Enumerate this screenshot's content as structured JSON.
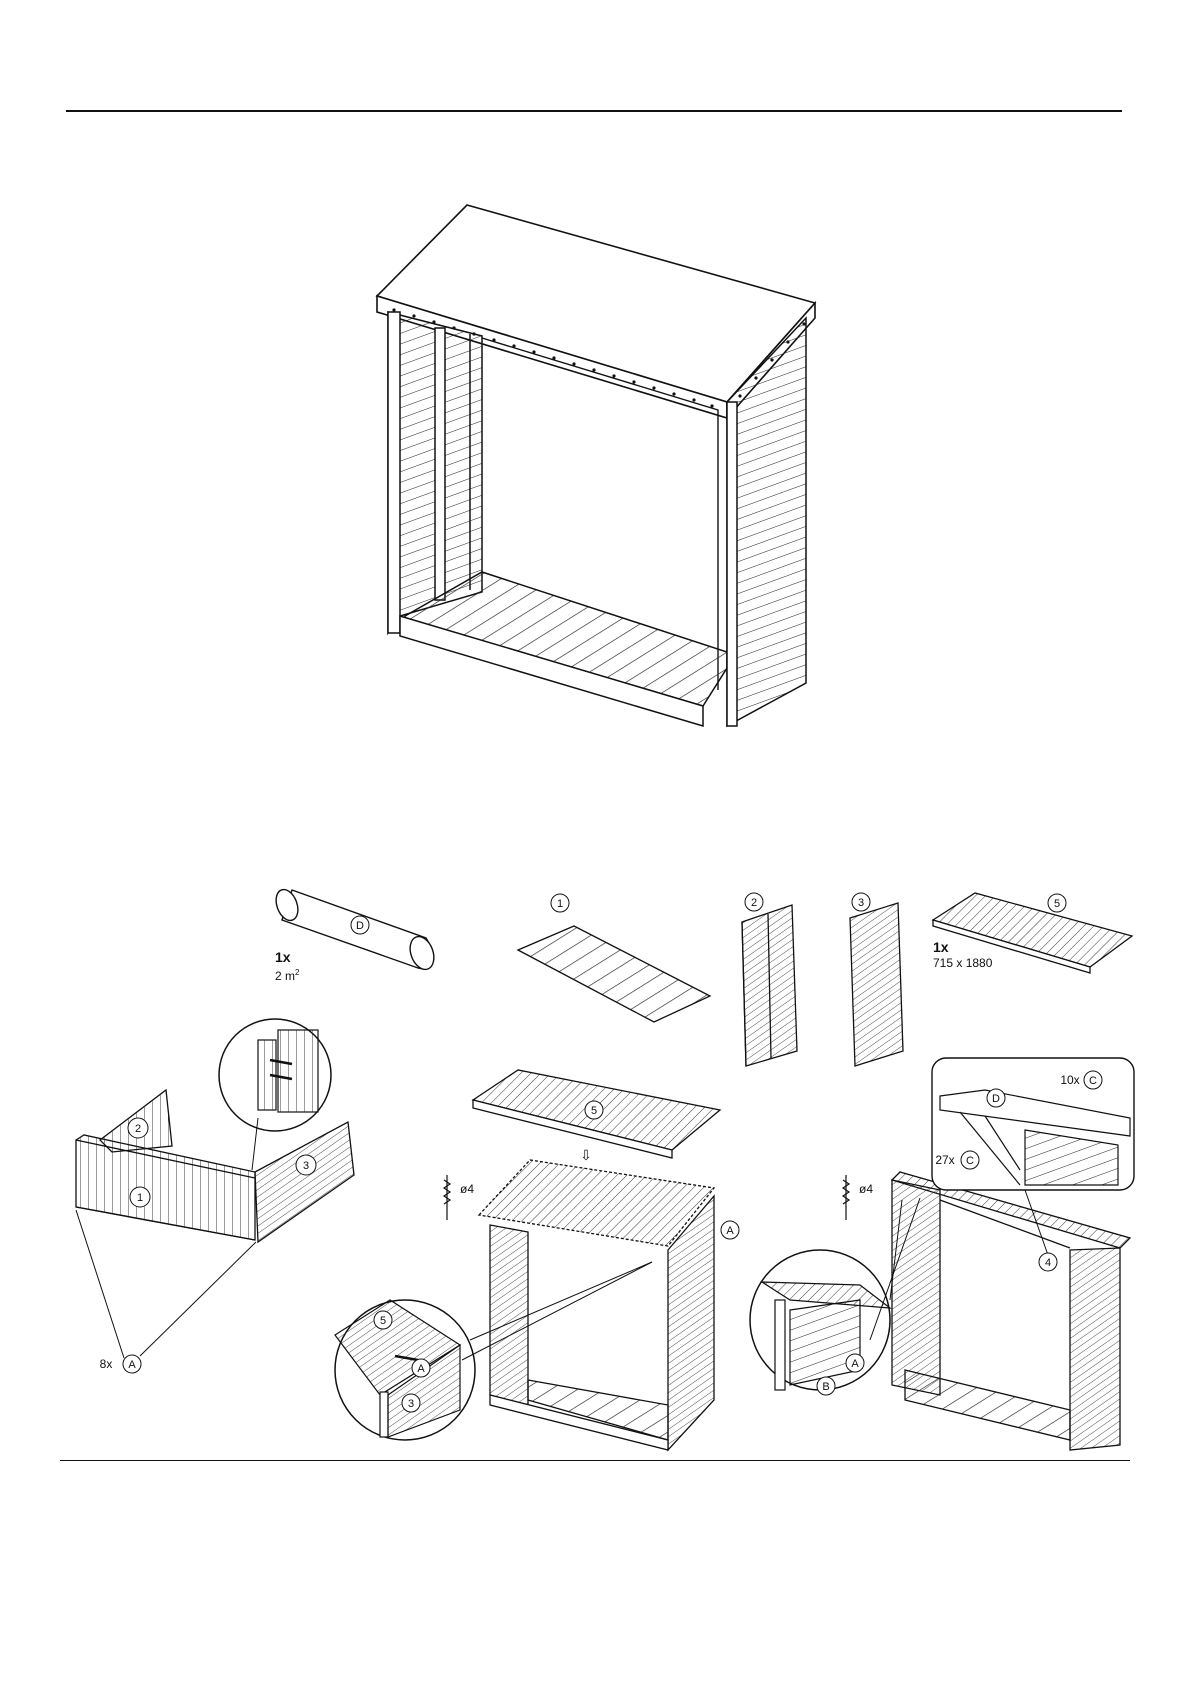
{
  "callouts": {
    "part_1": "1",
    "part_2": "2",
    "part_3": "3",
    "part_4": "4",
    "part_5": "5",
    "part_A": "A",
    "part_B": "B",
    "part_C": "C",
    "part_D": "D"
  },
  "parts_list": {
    "roll_qty": "1x",
    "roll_size": "2 m",
    "roll_size_sup": "2",
    "roof_qty": "1x",
    "roof_size": "715 x 1880"
  },
  "fasteners": {
    "a_count": "8x",
    "c_count_top": "10x",
    "c_count_side": "27x",
    "drill_left": "ø4",
    "drill_right": "ø4"
  }
}
